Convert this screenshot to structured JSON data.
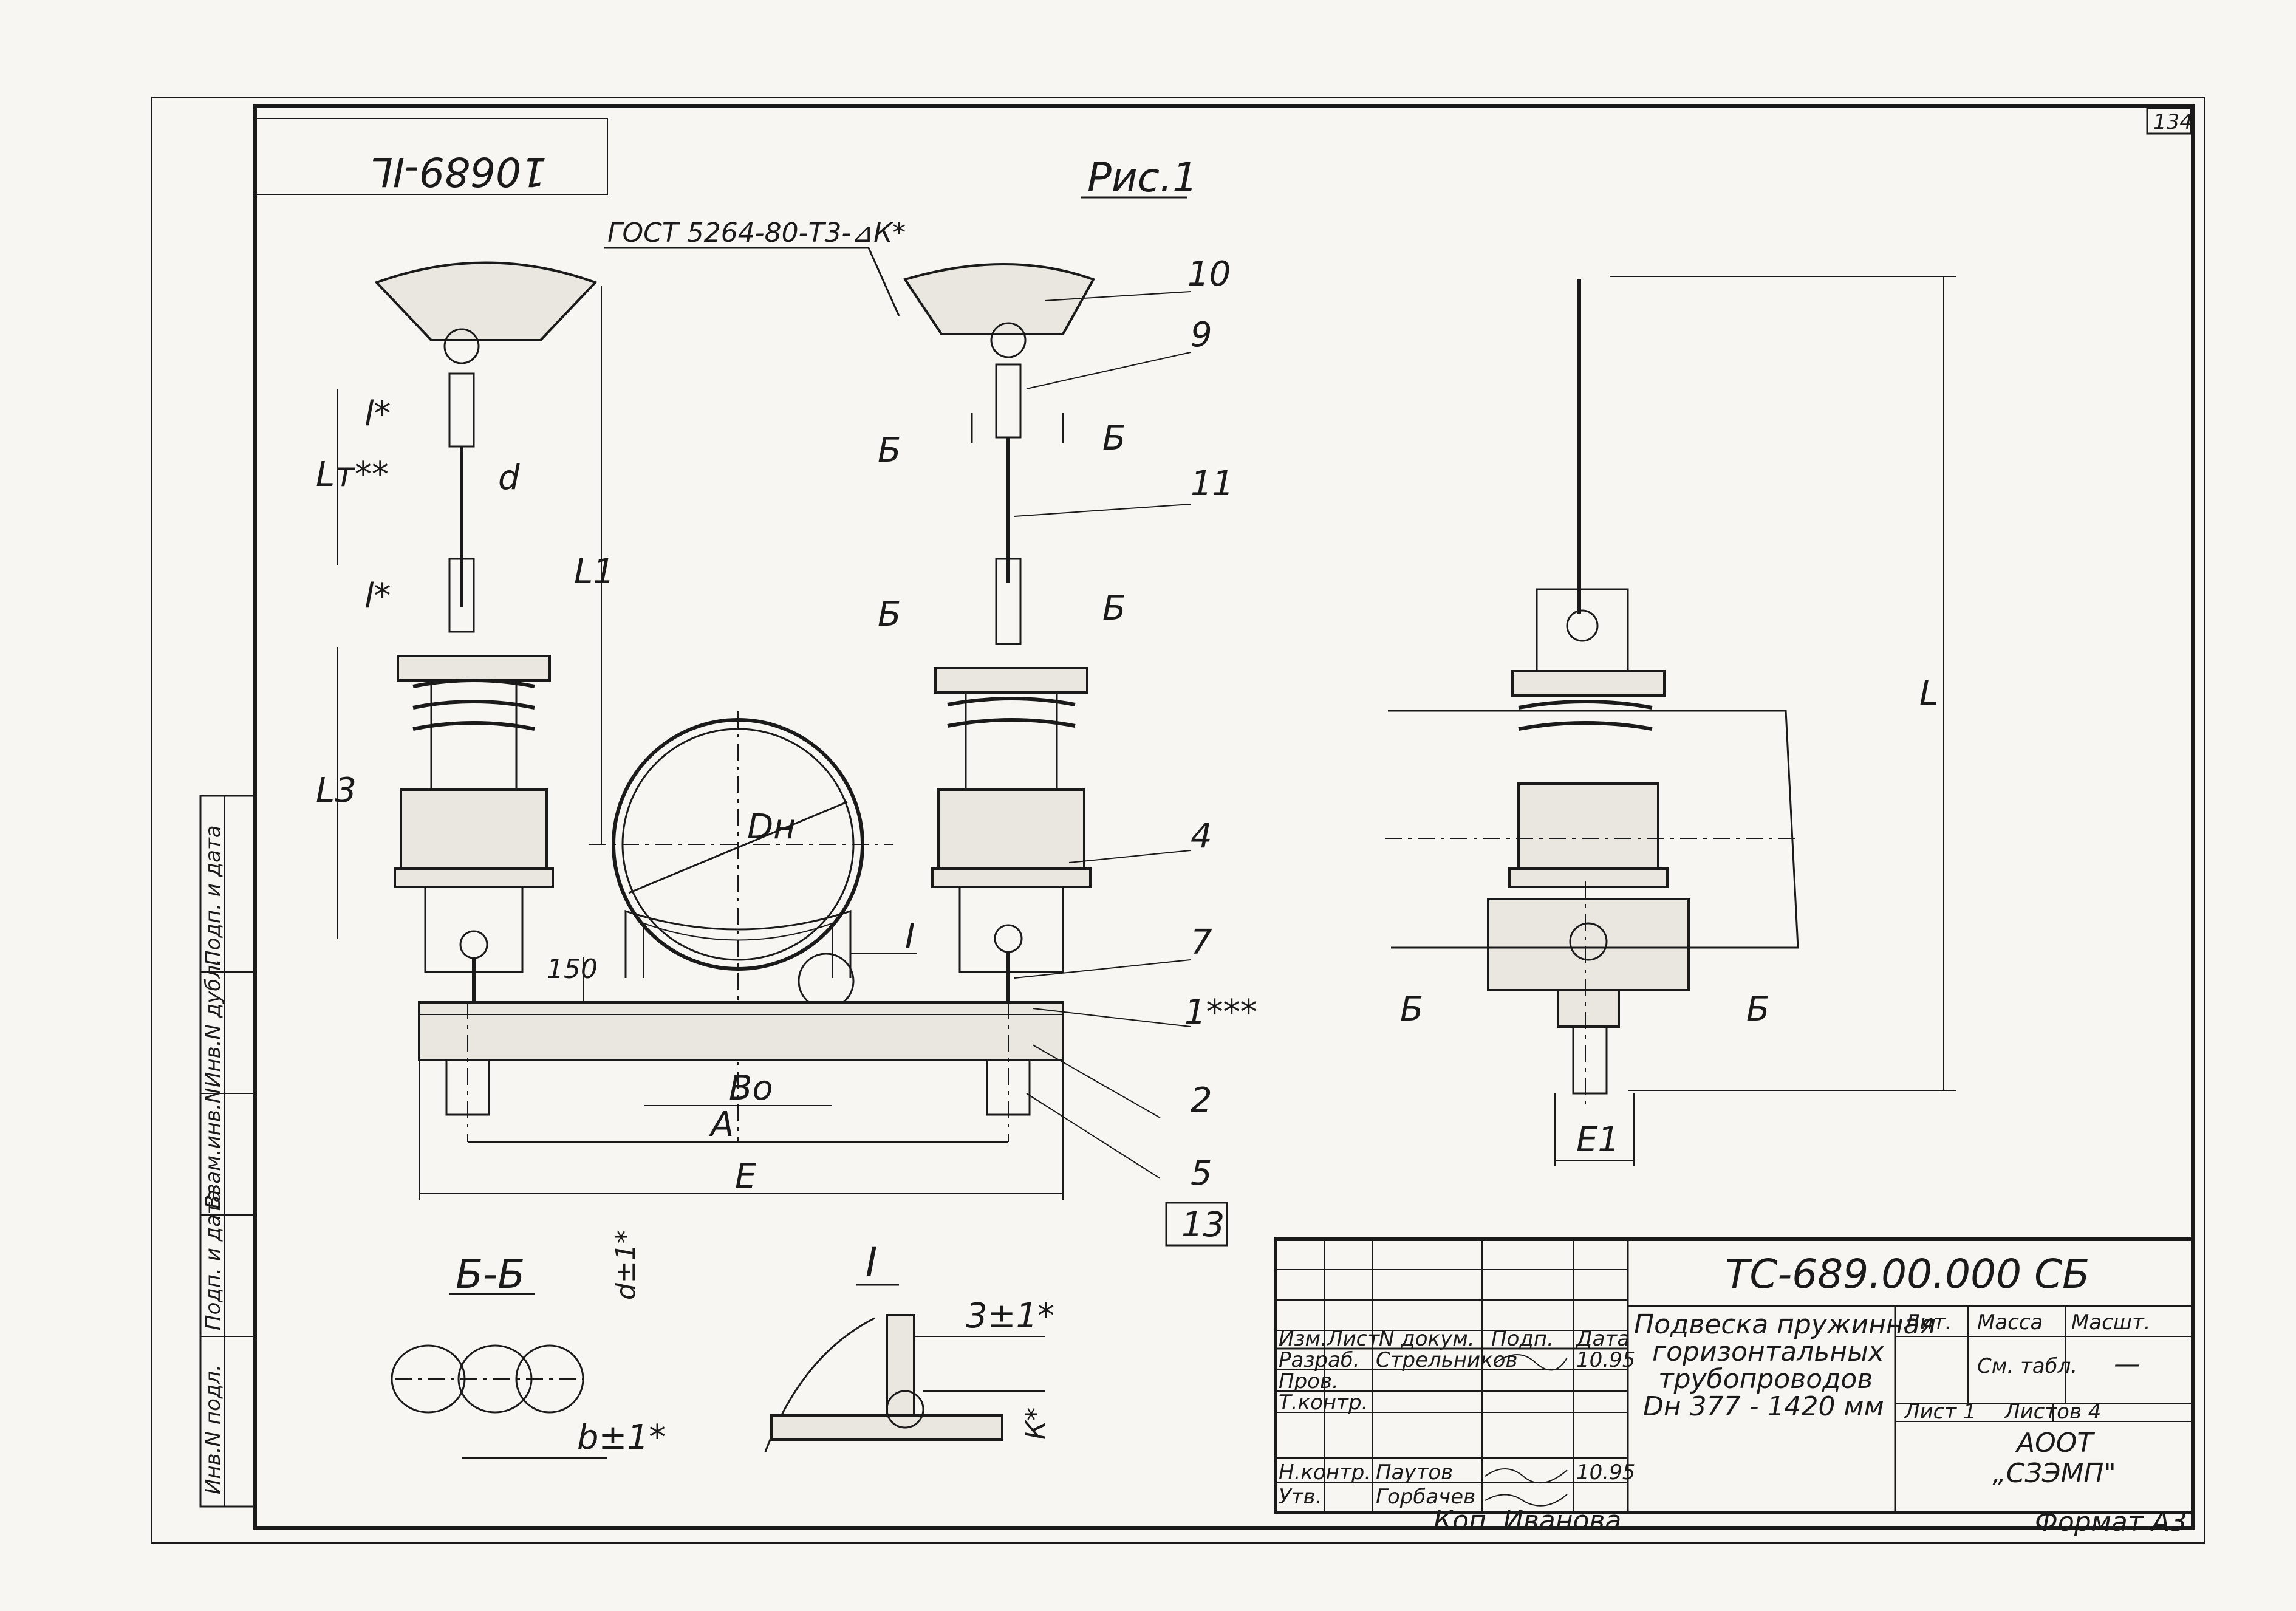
{
  "sheet": {
    "page_number": "134",
    "stamp_number": "10689-IL",
    "figure_label": "Рис.1",
    "weld_note": "ГОСТ 5264-80-Т3-⊿К*",
    "format": "Формат А3",
    "copied_by": "Коп.  Иванова"
  },
  "callouts": {
    "c10": "10",
    "c9": "9",
    "c11": "11",
    "c4": "4",
    "c7": "7",
    "c1": "1***",
    "c2": "2",
    "c5": "5",
    "c13": "13",
    "detail_ref": "I"
  },
  "dimensions": {
    "l_star": "l*",
    "l_t": "Lт**",
    "d": "d",
    "L1": "L1",
    "L3": "L3",
    "Dn": "Dн",
    "h150": "150",
    "Bo": "Bo",
    "A": "A",
    "E": "E",
    "L": "L",
    "E1": "E1"
  },
  "section_marks": {
    "b": "Б"
  },
  "section_view": {
    "title": "Б-Б",
    "d_tol": "d±1*",
    "b_tol": "b±1*"
  },
  "detail_view": {
    "title": "I",
    "gap": "3±1*",
    "k": "К*"
  },
  "title_block": {
    "doc_number": "ТС-689.00.000 СБ",
    "name_line1": "Подвеска пружинная",
    "name_line2": "горизонтальных",
    "name_line3": "трубопроводов",
    "name_line4": "Dн 377 - 1420 мм",
    "col_izm": "Изм.",
    "col_list": "Лист",
    "col_ndoc": "N докум.",
    "col_podp": "Подп.",
    "col_data": "Дата",
    "role_razrab": "Разраб.",
    "role_prov": "Пров.",
    "role_tkontr": "Т.контр.",
    "role_nkontr": "Н.контр.",
    "role_utv": "Утв.",
    "name_razrab": "Стрельников",
    "name_nkontr": "Паутов",
    "name_utv": "Горбачев",
    "date_razrab": "10.95",
    "date_nkontr": "10.95",
    "lit": "Лит.",
    "massa": "Масса",
    "masht": "Масшт.",
    "massa_value": "См. табл.",
    "masht_value": "—",
    "sheet_label": "Лист 1",
    "sheets_label": "Листов 4",
    "org_line1": "АООТ",
    "org_line2": "„СЗЭМП\""
  },
  "side_stamp": {
    "inv_podl": "Инв.N подл.",
    "podp_data1": "Подп. и дата",
    "vzam_inv": "Взам.инв.N",
    "inv_dubl": "Инв.N дубл.",
    "podp_data2": "Подп. и дата"
  }
}
